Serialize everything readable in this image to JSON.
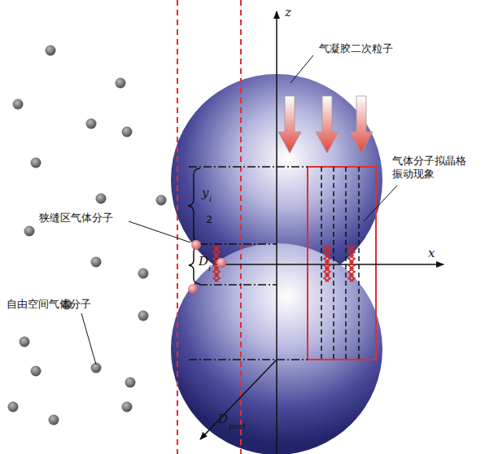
{
  "diagram": {
    "labels": [
      "z",
      "x",
      "气凝胶二次粒子",
      "气体分子拟晶格振动现象",
      "狭缝区气体分子",
      "y",
      "i",
      "2",
      "D",
      "i",
      "自由空间气体分子",
      "D",
      "part"
    ]
  }
}
